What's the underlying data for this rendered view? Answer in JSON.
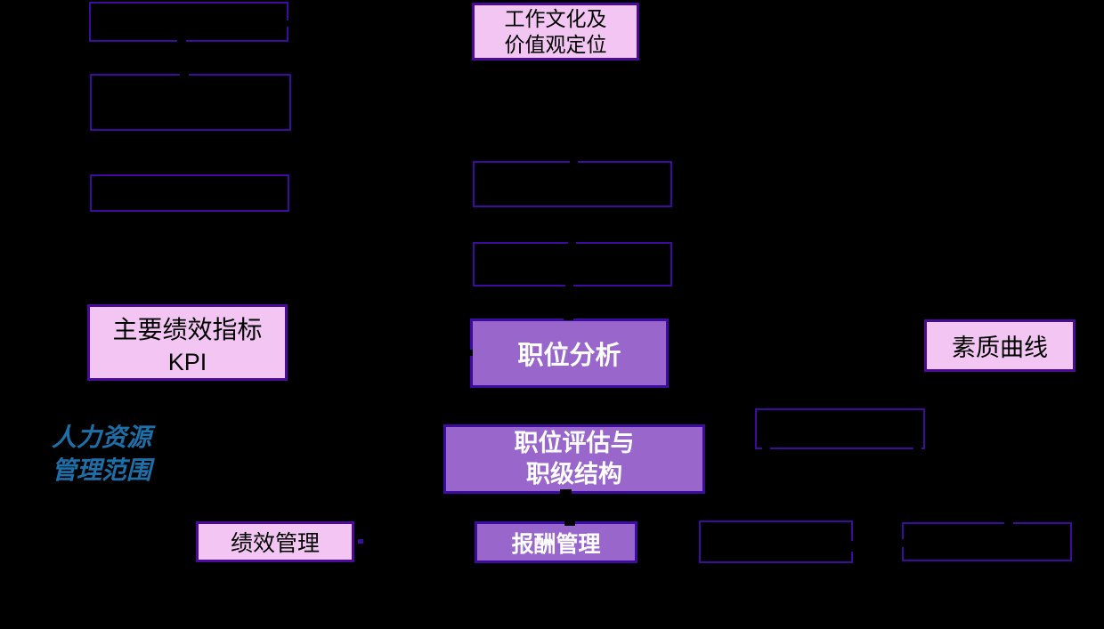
{
  "colors": {
    "background": "#000000",
    "box_border": "#3D0C9E",
    "pink_fill": "#F3C5F3",
    "purple_fill": "#9966CC",
    "blue_caption_text": "#1E6FA8",
    "white_text": "#FFFFFF",
    "black_text": "#000000"
  },
  "boxes": {
    "culture": {
      "line1": "工作文化及",
      "line2": "价值观定位"
    },
    "kpi": {
      "line1": "主要绩效指标",
      "line2": "KPI"
    },
    "job_analysis": {
      "label": "职位分析"
    },
    "quality_curve": {
      "label": "素质曲线"
    },
    "job_evaluation": {
      "line1": "职位评估与",
      "line2": "职级结构"
    },
    "performance_management": {
      "label": "绩效管理"
    },
    "compensation_management": {
      "label": "报酬管理"
    }
  },
  "caption": {
    "line1": "人力资源",
    "line2": "管理范围"
  }
}
